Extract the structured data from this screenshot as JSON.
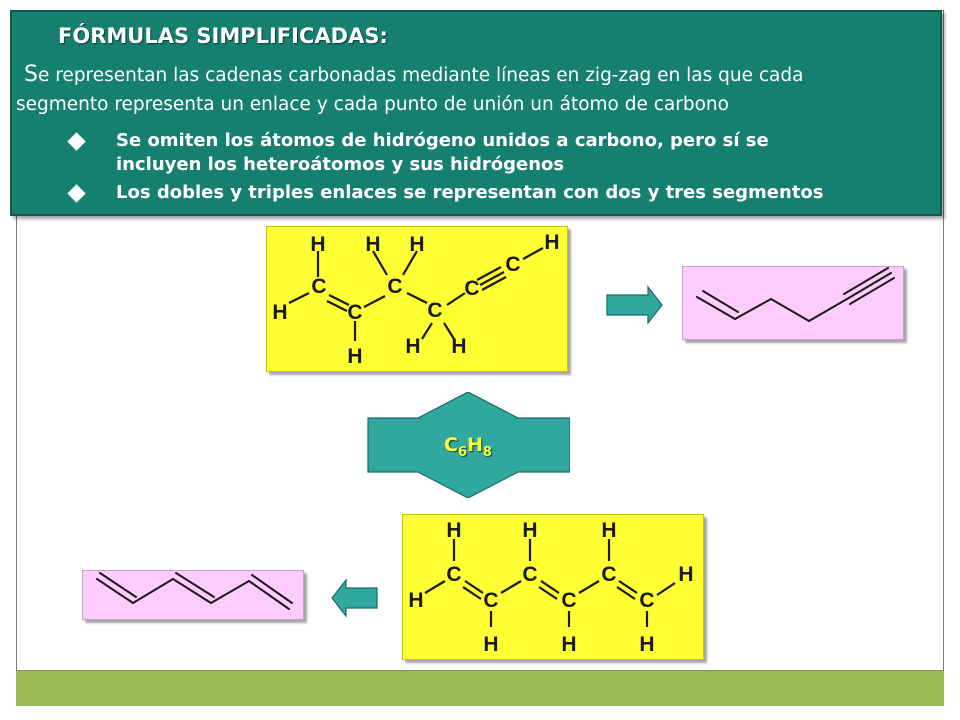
{
  "header": {
    "title": "FÓRMULAS SIMPLIFICADAS:",
    "intro_first_letter": "S",
    "intro_line1_rest": "e representan las cadenas carbonadas mediante líneas en zig-zag en las que cada",
    "intro_line2": "segmento representa un enlace y cada  punto de unión un átomo de carbono",
    "bullets": [
      {
        "line1": "Se omiten los átomos de hidrógeno unidos a carbono, pero sí se",
        "line2": "incluyen los heteroátomos y sus hidrógenos"
      },
      {
        "line1": "Los dobles y triples enlaces se representan con dos y tres segmentos"
      }
    ]
  },
  "formula": {
    "c": "C",
    "c_sub": "6",
    "h": "H",
    "h_sub": "8"
  },
  "atoms": {
    "carbon": "C",
    "hydrogen": "H"
  },
  "colors": {
    "header_bg": "#168070",
    "panel_yellow": "#ffff33",
    "panel_pink": "#ffccff",
    "arrow_teal": "#30a8a0",
    "formula_text": "#ffff33",
    "footer_green": "#9bbb59"
  }
}
